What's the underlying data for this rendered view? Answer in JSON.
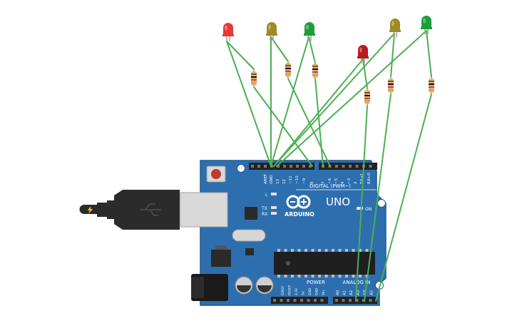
{
  "board": {
    "header_labels": [
      "AREF",
      "GND",
      "13",
      "12",
      "~11",
      "~10",
      "~9",
      "8",
      "7",
      "~6",
      "~5",
      "4",
      "~3",
      "2",
      "TX→1",
      "RX←0"
    ],
    "digital_label": "DIGITAL (PWM~)",
    "led_l": "L",
    "led_tx": "TX",
    "led_rx": "RX",
    "logo_text": "ARDUINO",
    "uno_text": "UNO",
    "on_text": "ON",
    "power_label": "POWER",
    "analog_label": "ANALOG IN",
    "power_pins": [
      "IOREF",
      "RESET",
      "3.3V",
      "5V",
      "GND",
      "GND",
      "Vin"
    ],
    "analog_pins": [
      "A0",
      "A1",
      "A2",
      "A3",
      "A4",
      "A5"
    ],
    "colors": {
      "pcb": "#2d6fae",
      "pcb_edge": "#1f5a92",
      "header": "#222222",
      "wire": "#4caf50",
      "usb_body": "#2b2b2b",
      "usb_metal": "#d9d9d9"
    }
  },
  "leds": [
    {
      "color_name": "red",
      "body": "#e53935",
      "leg": "#9e9e9e"
    },
    {
      "color_name": "yellow",
      "body": "#a08a26",
      "leg": "#9e9e9e"
    },
    {
      "color_name": "green",
      "body": "#1e9e3a",
      "leg": "#9e9e9e"
    },
    {
      "color_name": "red",
      "body": "#b71c1c",
      "leg": "#9e9e9e"
    },
    {
      "color_name": "yellow",
      "body": "#a08a26",
      "leg": "#9e9e9e"
    },
    {
      "color_name": "green",
      "body": "#1e9e3a",
      "leg": "#9e9e9e"
    }
  ]
}
